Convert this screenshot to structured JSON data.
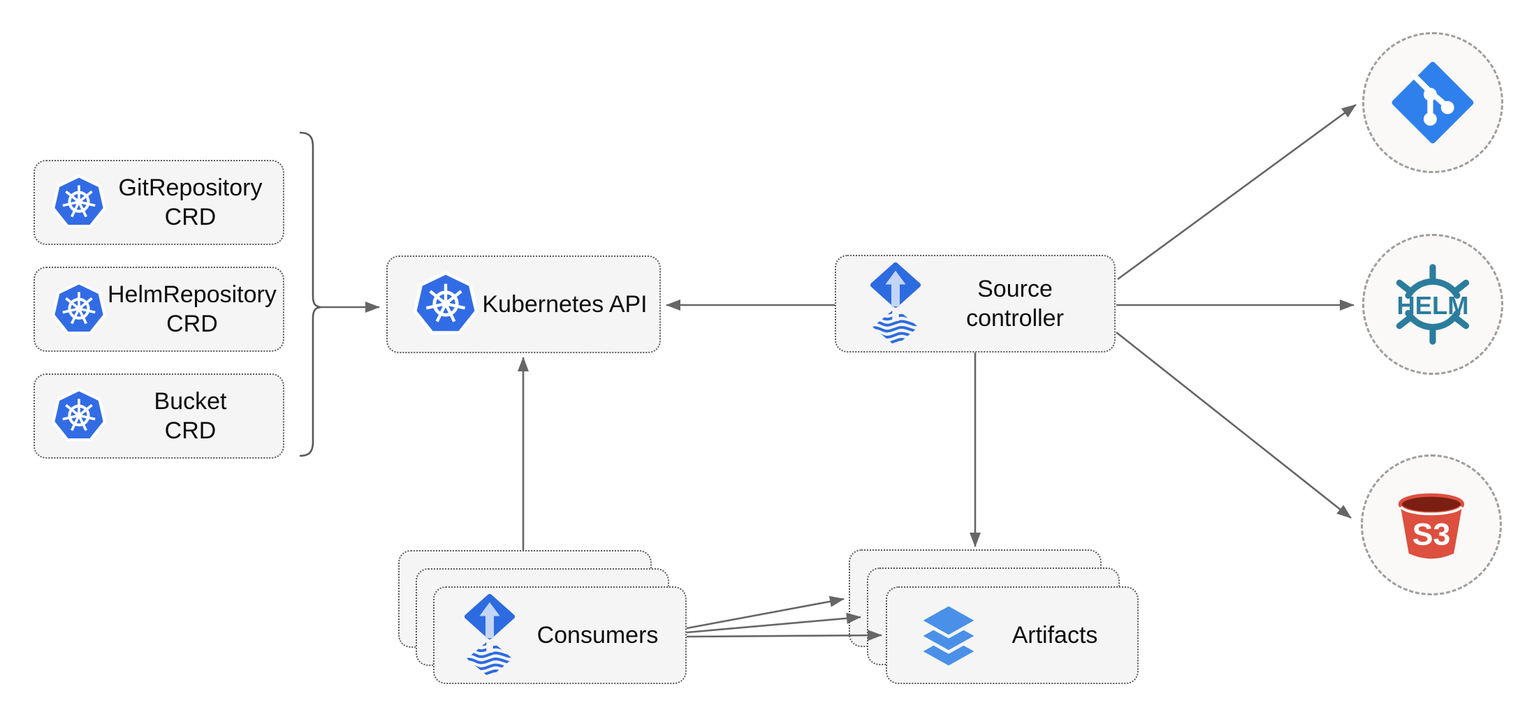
{
  "diagram": {
    "nodes": {
      "crd_boxes": [
        {
          "title": "GitRepository",
          "subtitle": "CRD"
        },
        {
          "title": "HelmRepository",
          "subtitle": "CRD"
        },
        {
          "title": "Bucket",
          "subtitle": "CRD"
        }
      ],
      "kubernetes_api": {
        "label": "Kubernetes API"
      },
      "source_controller": {
        "line1": "Source",
        "line2": "controller"
      },
      "consumers": {
        "label": "Consumers"
      },
      "artifacts": {
        "label": "Artifacts"
      },
      "helm": {
        "logo_text": "HELM"
      },
      "s3": {
        "logo_text": "S3"
      }
    },
    "colors": {
      "box_fill": "#f5f5f5",
      "box_border": "#5a5a5a",
      "circle_fill": "#faf9f7",
      "circle_border": "#9e9e9e",
      "arrow": "#666666",
      "kubernetes_blue": "#326ce5",
      "flux_blue": "#2d6be0",
      "flux_arrow_light": "#c3d5f6",
      "git_blue": "#2f80ed",
      "helm_teal": "#2b7d9e",
      "s3_red": "#dd4f3f",
      "s3_dark_opening": "#7a1f12",
      "layers_blue": "#4a90e8",
      "text": "#0d0d0d"
    }
  }
}
